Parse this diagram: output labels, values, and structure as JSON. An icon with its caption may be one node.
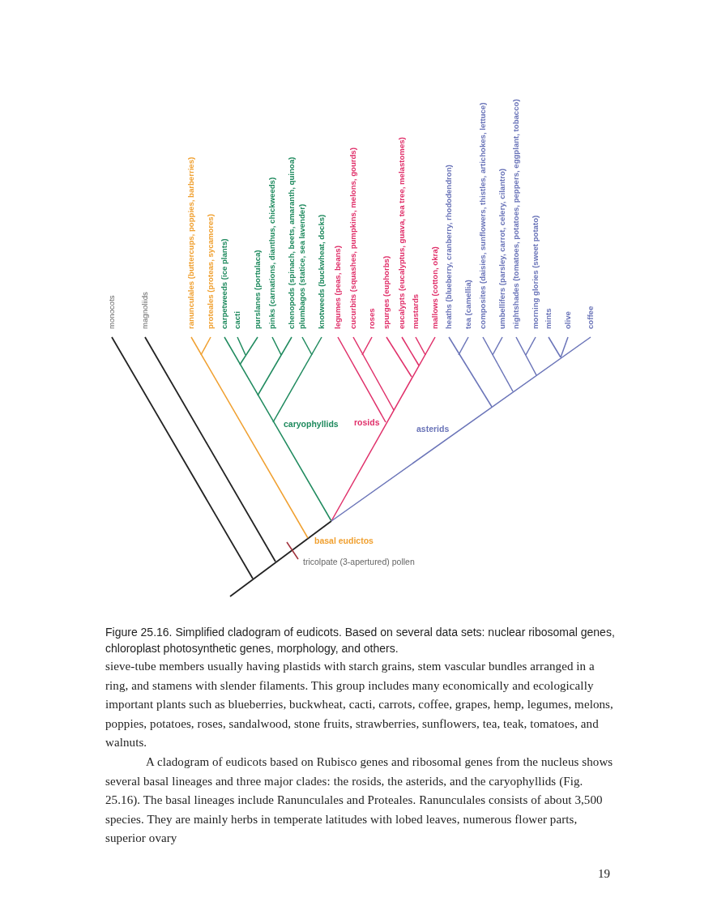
{
  "diagram": {
    "caption": "Figure 25.16. Simplified cladogram of eudicots. Based on several data sets: nuclear ribosomal genes, chloroplast photosynthetic genes, morphology, and others.",
    "labels": [
      "monocots",
      "magnoliids",
      "ranunculales (buttercups, poppies, barberries)",
      "proteales (proteas, sycamores)",
      "carpetweeds (ice plants)",
      "cacti",
      "purslanes (portulaca)",
      "pinks (carnations, dianthus, chickweeds)",
      "chenopods (spinach, beets, amaranth, quinoa)",
      "plumbagos (statice, sea lavender)",
      "knotweeds (buckwheat, docks)",
      "legumes (peas, beans)",
      "cucurbits (squashes, pumpkins, melons, gourds)",
      "roses",
      "spurges (euphorbs)",
      "eucalypts (eucalyptus, guava, tea tree, melastomes)",
      "mustards",
      "mallows (cotton, okra)",
      "heaths (blueberry, cranberry, rhododendron)",
      "tea (camellia)",
      "composites (daisies, sunflowers, thistles, artichokes, lettuce)",
      "umbellifers (parsley, carrot, celery, cilantro)",
      "nightshades (tomatoes, potatoes, peppers, eggplant, tobacco)",
      "morning glories (sweet potato)",
      "mints",
      "olive",
      "coffee",
      "caryophyllids",
      "rosids",
      "asterids",
      "basal eudictos",
      "tricolpate (3-apertured) pollen",
      "sieve-tube members usually having plastids with starch grains, stem vascular bundles arranged in a ring, and stamens with slender filaments. This group includes many economically and ecologically important plants such as blueberries, buckwheat, cacti, carrots, coffee, grapes, hemp, legumes, melons, poppies, potatoes, roses, sandalwood, stone fruits, strawberries, sunflowers, tea, teak, tomatoes, and walnuts.",
      "A cladogram of eudicots based on Rubisco genes and ribosomal genes from the nucleus shows several basal lineages and three major clades: the rosids, the asterids, and the caryophyllids (Fig. 25.16). The basal lineages include Ranunculales and Proteales. Ranunculales consists of about 3,500 species. They are mainly herbs in temperate latitudes with lobed leaves, numerous flower parts, superior ovary",
      "19"
    ]
  }
}
